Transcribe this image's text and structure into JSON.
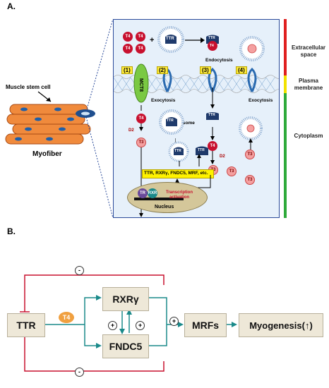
{
  "panel_a": {
    "letter": "A.",
    "muscle_stem_cell": "Muscle stem cell",
    "myofiber": "Myofiber",
    "extracellular": "Extracellular space",
    "plasma_membrane": "Plasma membrane",
    "cytoplasm": "Cytoplasm",
    "nums": [
      "(1)",
      "(2)",
      "(3)",
      "(4)"
    ],
    "mct8": "MCT8",
    "t4": "T4",
    "t3": "T3",
    "ttr": "TTR",
    "d2": "D2",
    "exocytosis": "Exocytosis",
    "endocytosis": "Endocytosis",
    "exosome": "Exosome",
    "plus": "+",
    "genes": "TTR, RXRγ, FNDC5, MRF, etc.",
    "tr": "TR",
    "rxr": "RXR",
    "transcription": "Transcription activation",
    "nucleus": "Nucleus"
  },
  "panel_b": {
    "letter": "B.",
    "ttr": "TTR",
    "t4": "T4",
    "rxrg": "RXRγ",
    "fndc5": "FNDC5",
    "mrfs": "MRFs",
    "myogenesis": "Myogenesis(↑)",
    "minus": "-",
    "plus": "+"
  },
  "colors": {
    "red_line": "#c8102e",
    "teal_line": "#1a8a8a",
    "box_fill": "#eee8d8",
    "t4_orange": "#f0a040",
    "bar_red": "#e02020",
    "bar_yellow": "#f2e200",
    "bar_green": "#2eaa3a"
  }
}
